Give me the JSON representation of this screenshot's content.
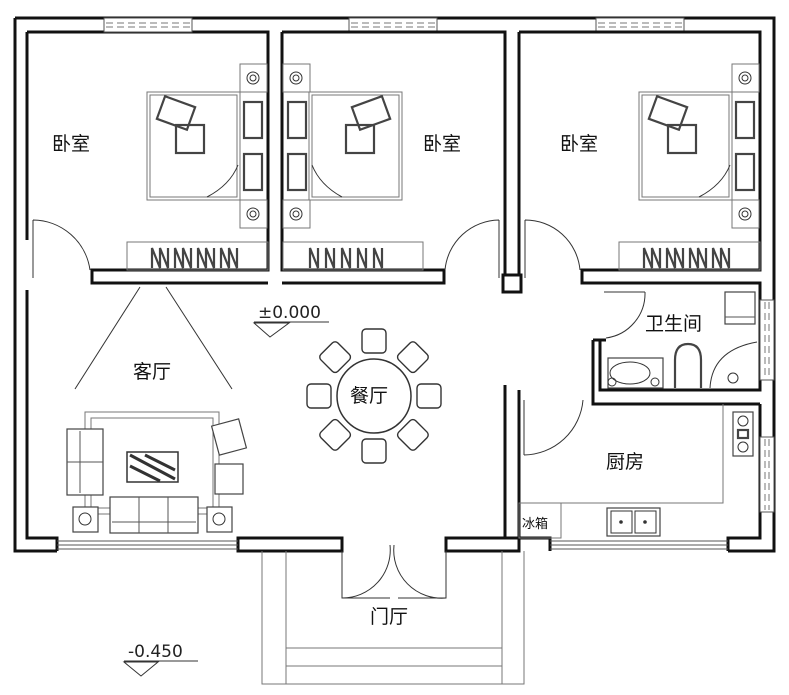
{
  "rooms": {
    "bedroom_left": "卧室",
    "bedroom_middle": "卧室",
    "bedroom_right": "卧室",
    "living_room": "客厅",
    "dining_room": "餐厅",
    "bathroom": "卫生间",
    "kitchen": "厨房",
    "entrance_hall": "门厅",
    "refrigerator": "冰箱"
  },
  "levels": {
    "floor_level": "±0.000",
    "outdoor_level": "-0.450"
  },
  "colors": {
    "wall": "#111111",
    "line": "#444444",
    "background": "#ffffff"
  }
}
